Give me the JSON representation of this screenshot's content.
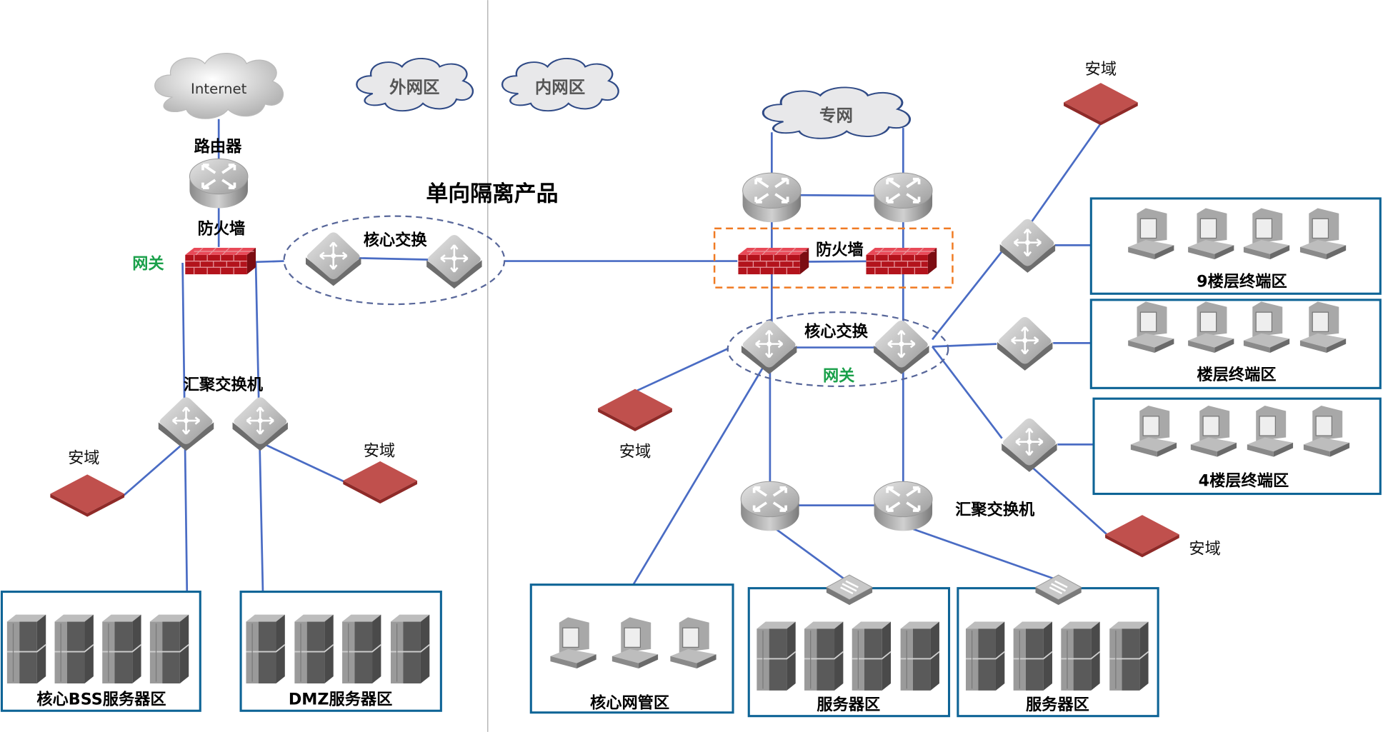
{
  "colors": {
    "link": "#4a6cc4",
    "zone_border": "#0e6496",
    "gateway_text": "#1aa04a",
    "firewall_group_border": "#f07a22",
    "security_device": "#c0504d"
  },
  "title": "单向隔离产品",
  "clouds": {
    "internet": "Internet",
    "outer": "外网区",
    "inner": "内网区",
    "private": "专网"
  },
  "left": {
    "router_label": "路由器",
    "firewall_label": "防火墙",
    "gateway_label": "网关",
    "core_label": "核心交换",
    "agg_label": "汇聚交换机",
    "sec_left": "安域",
    "sec_right": "安域",
    "zone_bss": "核心BSS服务器区",
    "zone_dmz": "DMZ服务器区"
  },
  "right": {
    "firewall_label": "防火墙",
    "core_label": "核心交换",
    "gateway_label": "网关",
    "agg_label": "汇聚交换机",
    "sec_top": "安域",
    "sec_left": "安域",
    "sec_bottom": "安域",
    "zone_floor9": "9楼层终端区",
    "zone_floor": "楼层终端区",
    "zone_floor4": "4楼层终端区",
    "zone_nms": "核心网管区",
    "zone_server1": "服务器区",
    "zone_server2": "服务器区"
  }
}
